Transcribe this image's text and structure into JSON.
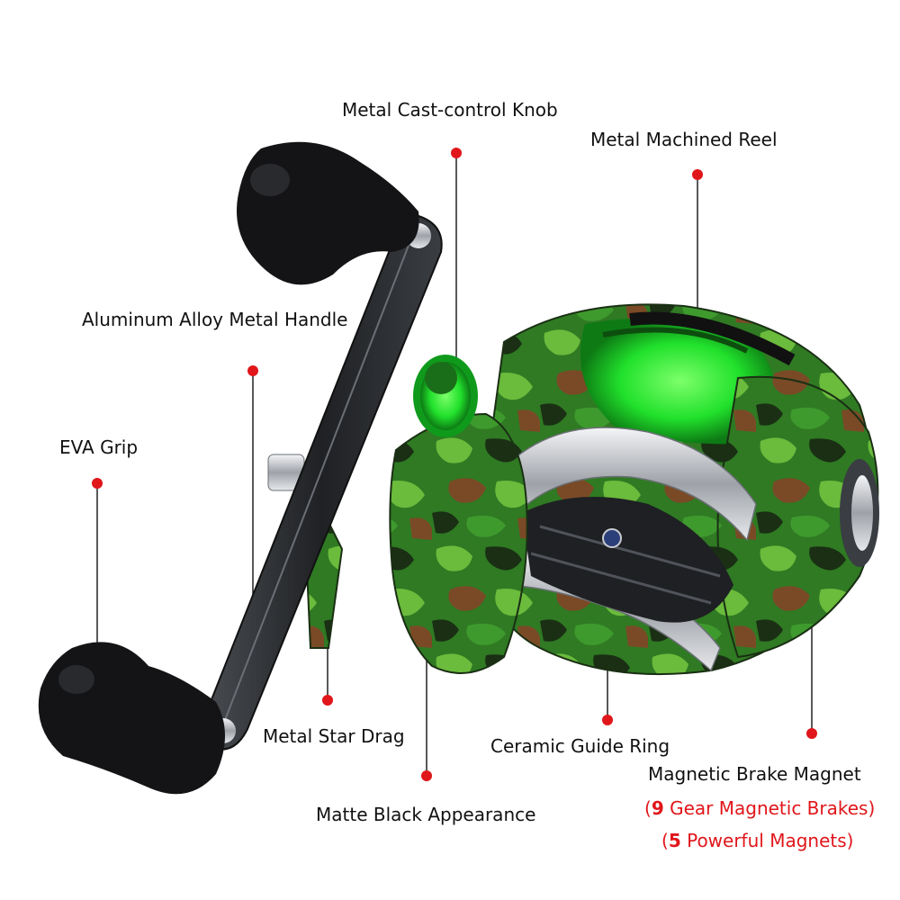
{
  "labels": {
    "knob": "Metal Cast-control Knob",
    "reel": "Metal Machined  Reel",
    "handle": "Aluminum Alloy Metal Handle",
    "grip": "EVA Grip",
    "star_drag": "Metal Star Drag",
    "guide_ring": "Ceramic Guide Ring",
    "brake": "Magnetic Brake Magnet",
    "appearance": "Matte Black Appearance"
  },
  "brake_notes": {
    "gears": {
      "open": "(",
      "num": "9",
      "text": " Gear Magnetic Brakes)"
    },
    "magnets": {
      "open": "(",
      "num": "5",
      "text": " Powerful Magnets)"
    }
  },
  "colors": {
    "callout_dot": "#e0161b",
    "callout_line": "#222222",
    "note_red": "#e0161b",
    "camo": [
      "#2f7a23",
      "#6bbb3c",
      "#1a2f14",
      "#7a4a26"
    ],
    "accent_green": "#21e12c",
    "chrome": "#c9ccd1",
    "handle_dark": "#2a2c30"
  }
}
